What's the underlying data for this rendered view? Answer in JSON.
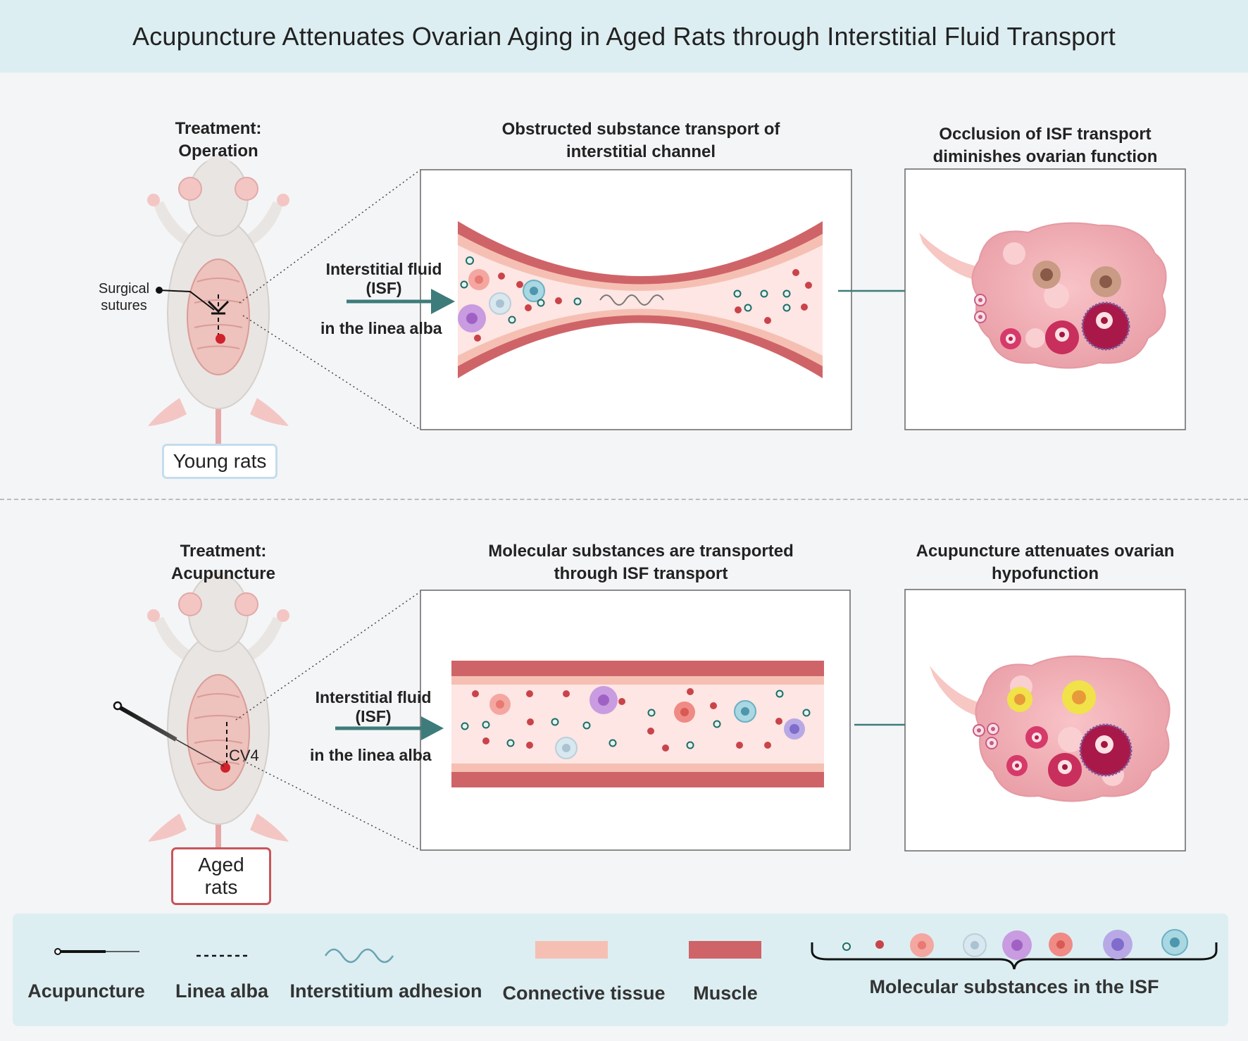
{
  "header": {
    "title": "Acupuncture Attenuates Ovarian Aging in Aged Rats through Interstitial Fluid Transport"
  },
  "top": {
    "treatment_line1": "Treatment:",
    "treatment_line2": "Operation",
    "suture_line1": "Surgical",
    "suture_line2": "sutures",
    "group_label": "Young rats",
    "isf_line1": "Interstitial fluid",
    "isf_line2": "(ISF)",
    "isf_line3": "in the  linea alba",
    "channel_title_line1": "Obstructed substance transport of",
    "channel_title_line2": "interstitial channel",
    "ovary_title_line1": "Occlusion of ISF transport",
    "ovary_title_line2": "diminishes ovarian function"
  },
  "bottom": {
    "treatment_line1": "Treatment:",
    "treatment_line2": "Acupuncture",
    "point_label": "CV4",
    "group_label": "Aged rats",
    "isf_line1": "Interstitial fluid",
    "isf_line2": "(ISF)",
    "isf_line3": "in the  linea alba",
    "channel_title_line1": "Molecular substances are transported",
    "channel_title_line2": "through ISF transport",
    "ovary_title_line1": "Acupuncture attenuates ovarian",
    "ovary_title_line2": "hypofunction"
  },
  "legend": {
    "items": [
      {
        "label": "Acupuncture",
        "icon": "needle-icon"
      },
      {
        "label": "Linea alba",
        "icon": "dashed-line-icon"
      },
      {
        "label": "Interstitium adhesion",
        "icon": "wave-icon"
      },
      {
        "label": "Connective tissue",
        "icon": "connective-swatch",
        "color": "#f5c0b3"
      },
      {
        "label": "Muscle",
        "icon": "muscle-swatch",
        "color": "#cf6468"
      }
    ],
    "molecules_label": "Molecular substances in the ISF"
  },
  "colors": {
    "header_bg": "#dceef2",
    "muscle": "#cf6468",
    "connective": "#f5c0b3",
    "lumen": "#fde6e3",
    "arrow": "#3d7c7a",
    "young_border": "#c4ddee",
    "aged_border": "#c9555a"
  }
}
